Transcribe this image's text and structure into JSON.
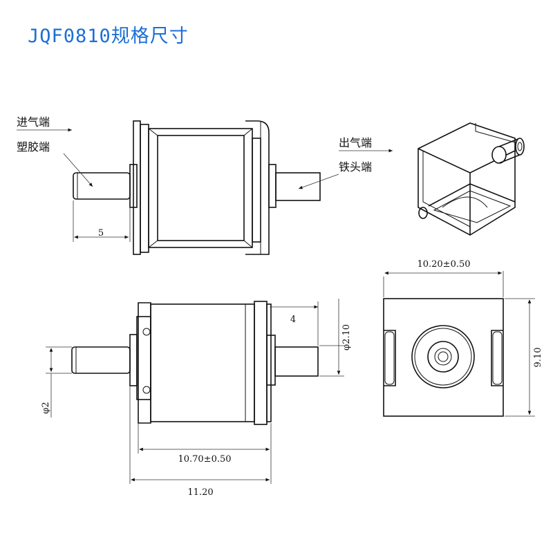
{
  "title": "JQF0810规格尺寸",
  "labels": {
    "inlet": "进气端",
    "plastic_end": "塑胶端",
    "outlet": "出气端",
    "iron_end": "铁头端"
  },
  "dimensions": {
    "top_length": "5",
    "width_top": "10.20±0.50",
    "height_side": "9.10",
    "port_offset": "4",
    "diameter_right": "φ2.10",
    "diameter_left": "φ2",
    "body_length": "10.70±0.50",
    "total_length": "11.20"
  },
  "colors": {
    "title": "#1a6fd6",
    "line": "#111111"
  }
}
